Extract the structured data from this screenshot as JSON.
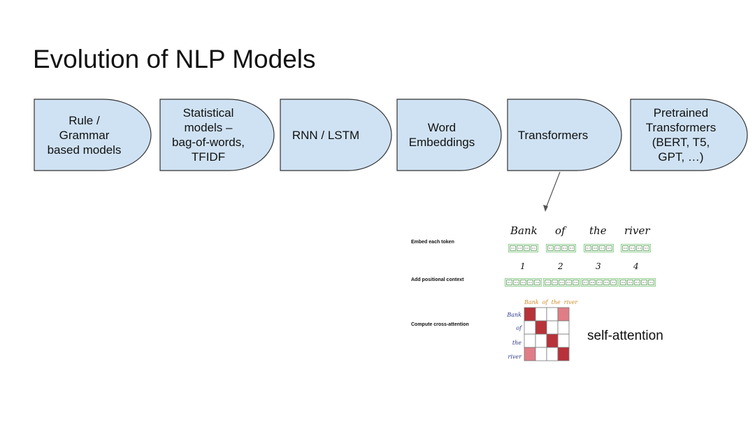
{
  "title": "Evolution of NLP Models",
  "stages": [
    {
      "label": "Rule /\nGrammar\nbased models"
    },
    {
      "label": "Statistical\nmodels –\nbag-of-words,\nTFIDF"
    },
    {
      "label": "RNN / LSTM"
    },
    {
      "label": "Word\nEmbeddings"
    },
    {
      "label": "Transformers"
    },
    {
      "label": "Pretrained\nTransformers\n(BERT, T5,\nGPT, …)"
    }
  ],
  "colors": {
    "stage_fill": "#cfe2f3",
    "stage_stroke": "#333333",
    "attention_strong": "#b8323a",
    "attention_medium": "#e07d86",
    "vector_border": "#8fcf8f"
  },
  "detail": {
    "steps": [
      "Embed each token",
      "Add positional context",
      "Compute cross-attention"
    ],
    "tokens": [
      "Bank",
      "of",
      "the",
      "river"
    ],
    "positions": [
      "1",
      "2",
      "3",
      "4"
    ],
    "embedding_values": [
      [
        "0.1",
        "0.4",
        "0.2",
        "0.1"
      ],
      [
        "0.3",
        "0.4",
        "0.4",
        "0.3"
      ],
      [
        "0.7",
        "0.8",
        "0.3",
        "0.5"
      ],
      [
        "0.6",
        "0.4",
        "0.4",
        "0.3"
      ]
    ],
    "positional_values": [
      [
        "0.1",
        "0.4",
        "0.2",
        "0.1",
        "1.0"
      ],
      [
        "0.3",
        "0.4",
        "0.4",
        "0.3",
        "2.0"
      ],
      [
        "0.7",
        "0.8",
        "0.3",
        "0.5",
        "3.0"
      ],
      [
        "0.6",
        "0.4",
        "0.4",
        "0.3",
        "4.0"
      ]
    ],
    "matrix_header": "Bank  of  the  river",
    "matrix_rows": [
      "Bank",
      "of",
      "the",
      "river"
    ],
    "attention_weights": [
      [
        0.9,
        0,
        0,
        0.5
      ],
      [
        0,
        0.9,
        0,
        0
      ],
      [
        0,
        0,
        0.9,
        0
      ],
      [
        0.5,
        0,
        0,
        0.9
      ]
    ],
    "self_attention_label": "self-attention"
  }
}
